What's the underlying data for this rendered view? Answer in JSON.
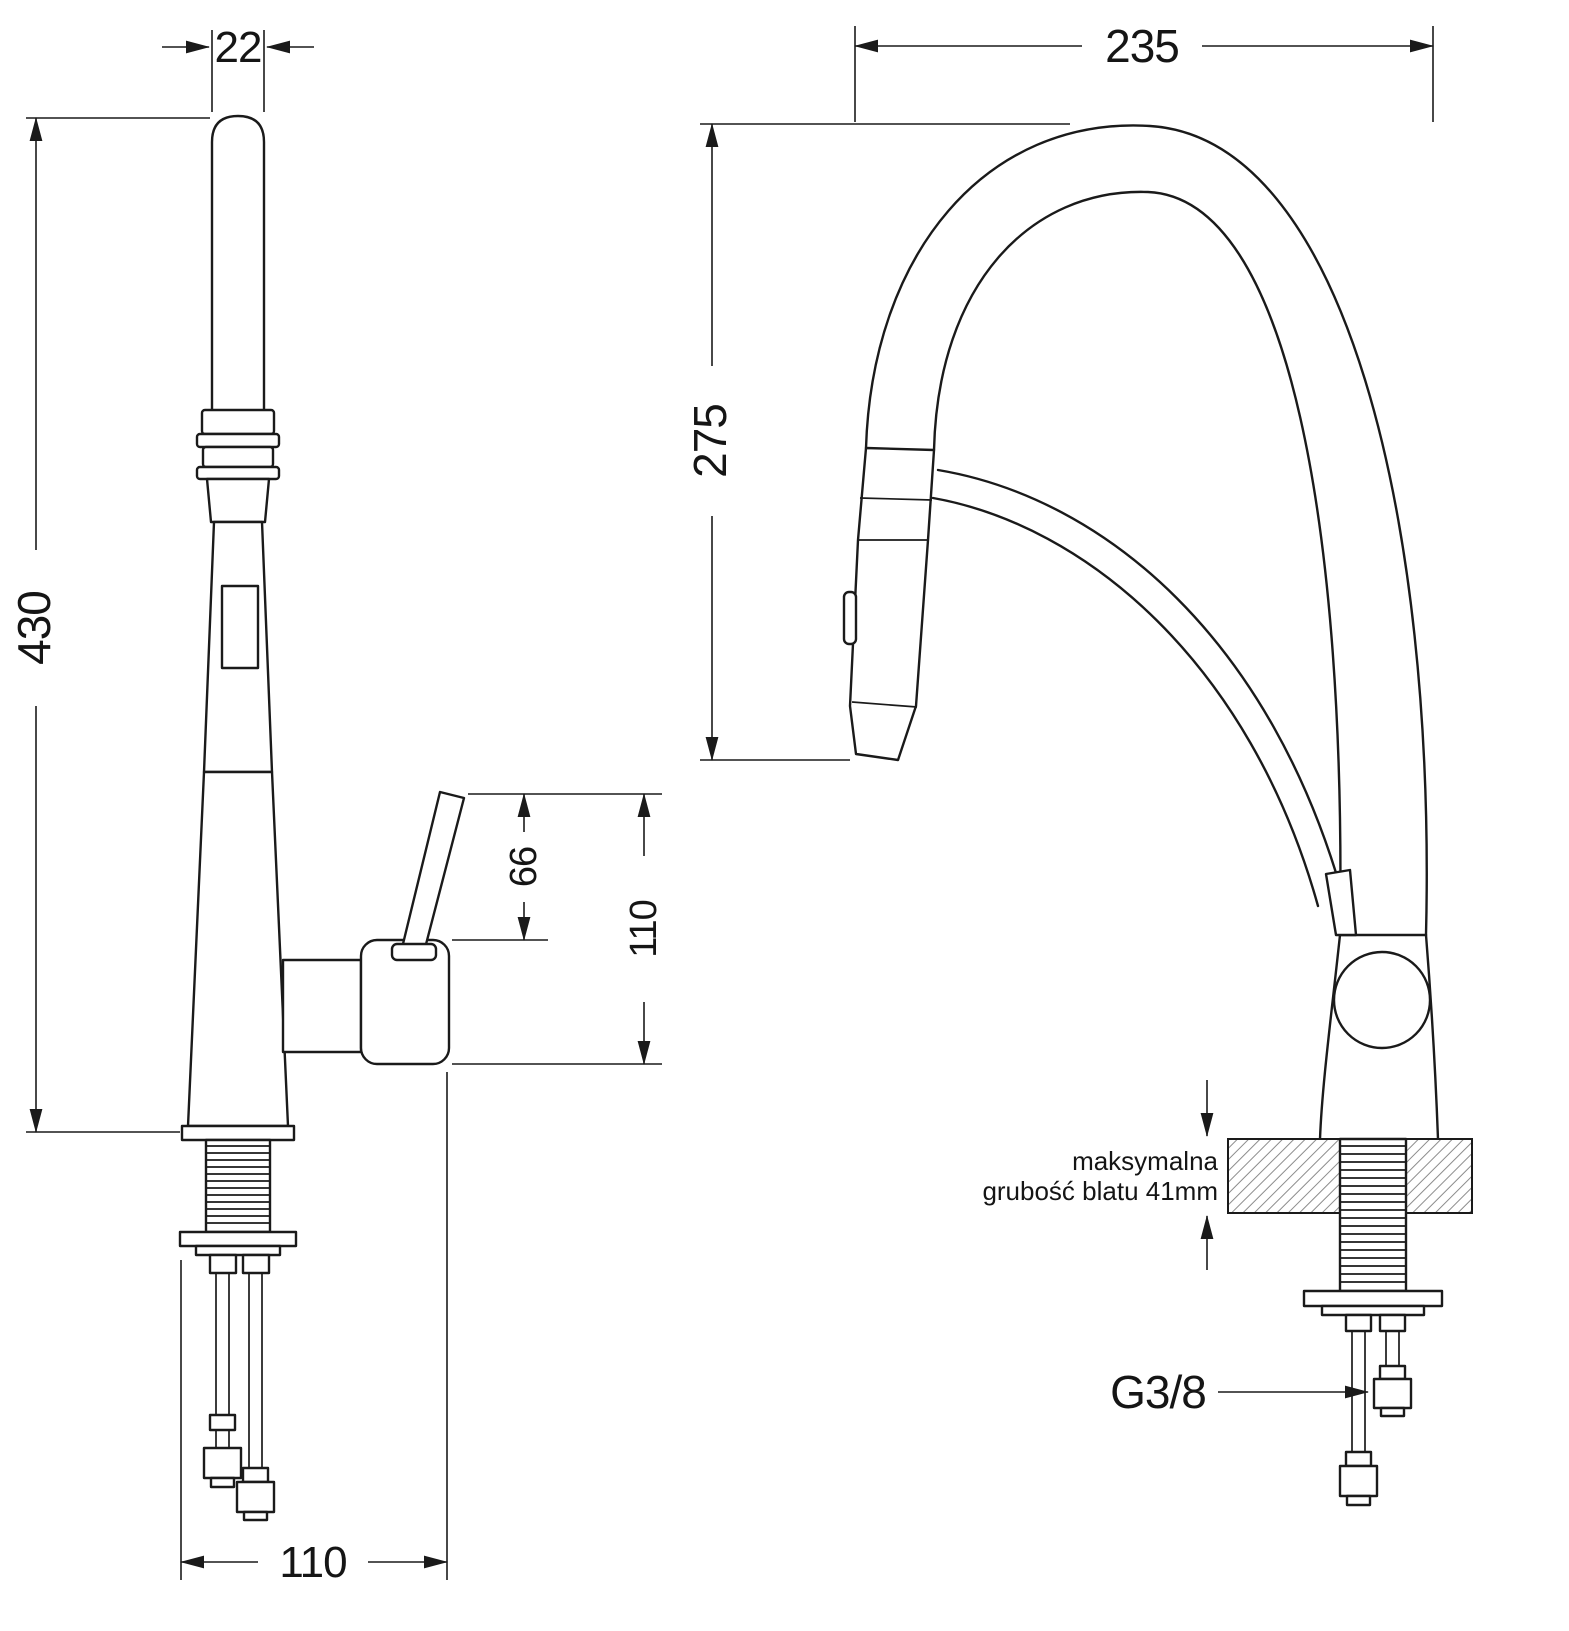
{
  "drawing": {
    "type": "technical-dimension-drawing",
    "subject": "kitchen pull-out faucet, two projections",
    "colors": {
      "line": "#1a1a1a",
      "background": "#ffffff",
      "hatch": "#8c8c8c"
    },
    "left_view": {
      "dim_spout_diameter": "22",
      "dim_total_height": "430",
      "dim_handle_height": "66",
      "dim_handle_total_height": "110",
      "dim_base_depth": "110"
    },
    "right_view": {
      "dim_spout_reach": "235",
      "dim_spout_height": "275",
      "countertop_note_line1": "maksymalna",
      "countertop_note_line2": "grubość blatu 41mm",
      "thread_label": "G3/8"
    }
  }
}
